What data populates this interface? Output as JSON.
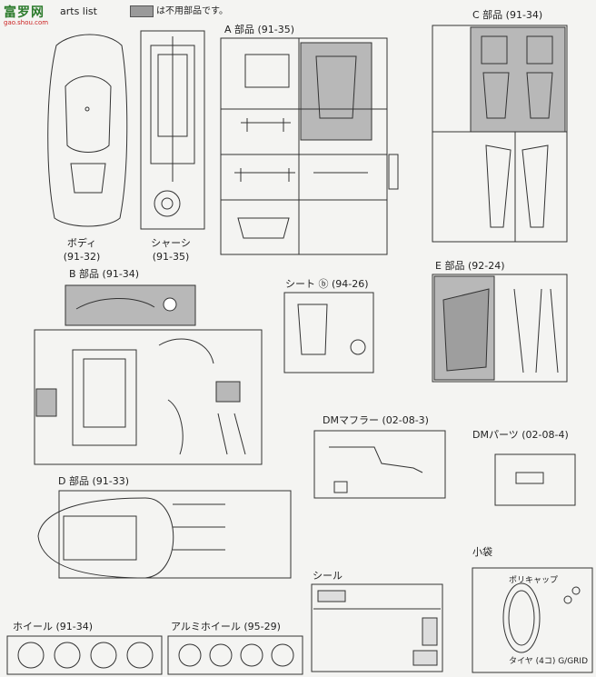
{
  "header": {
    "parts_list": "arts list",
    "legend_text": "は不用部品です。",
    "logo_text": "富罗网",
    "logo_url": "gao.shou.com"
  },
  "parts": {
    "body": {
      "name": "ボディ",
      "code": "(91-32)"
    },
    "chassis": {
      "name": "シャーシ",
      "code": "(91-35)"
    },
    "a": {
      "label": "A 部品 (91-35)"
    },
    "b": {
      "label": "B 部品 (91-34)"
    },
    "c": {
      "label": "C 部品 (91-34)"
    },
    "d": {
      "label": "D 部品 (91-33)"
    },
    "e": {
      "label": "E 部品 (92-24)"
    },
    "seat": {
      "label": "シート ⓑ (94-26)"
    },
    "muffler": {
      "label": "DMマフラー (02-08-3)"
    },
    "dm_parts": {
      "label": "DMパーツ (02-08-4)"
    },
    "sticker": {
      "label": "シール"
    },
    "small_bag": {
      "label": "小袋",
      "polycap": "ポリキャップ",
      "tire": "タイヤ (4コ) G/GRID"
    },
    "wheel": {
      "label": "ホイール (91-34)"
    },
    "alumi_wheel": {
      "label": "アルミホイール (95-29)"
    }
  }
}
